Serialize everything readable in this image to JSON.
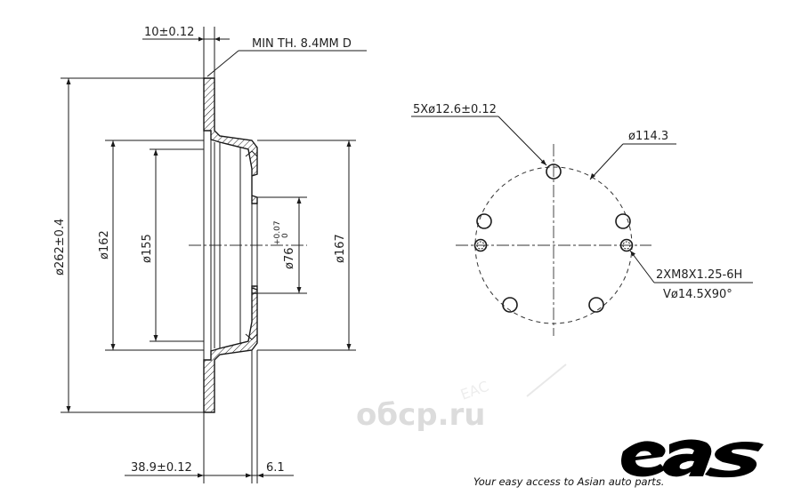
{
  "dimensions": {
    "thickness_top": "10±0.12",
    "min_thickness": "MIN TH. 8.4MM D",
    "outer_diameter": "ø262±0.4",
    "diameter_162": "ø162",
    "diameter_155": "ø155",
    "center_bore": "ø76",
    "center_bore_tol_upper": "+0.07",
    "center_bore_tol_lower": "0",
    "diameter_167": "ø167",
    "offset_height": "38.9±0.12",
    "hat_depth": "6.1"
  },
  "bolt_pattern": {
    "holes": "5Xø12.6±0.12",
    "pcd": "ø114.3",
    "thread": "2XM8X1.25-6H",
    "countersink": "Vø14.5X90°"
  },
  "watermark": {
    "brand": "обср.ru",
    "stamp": "ЕАС"
  },
  "brand": {
    "logo": "eas",
    "tagline": "Your easy access to Asian auto parts."
  }
}
